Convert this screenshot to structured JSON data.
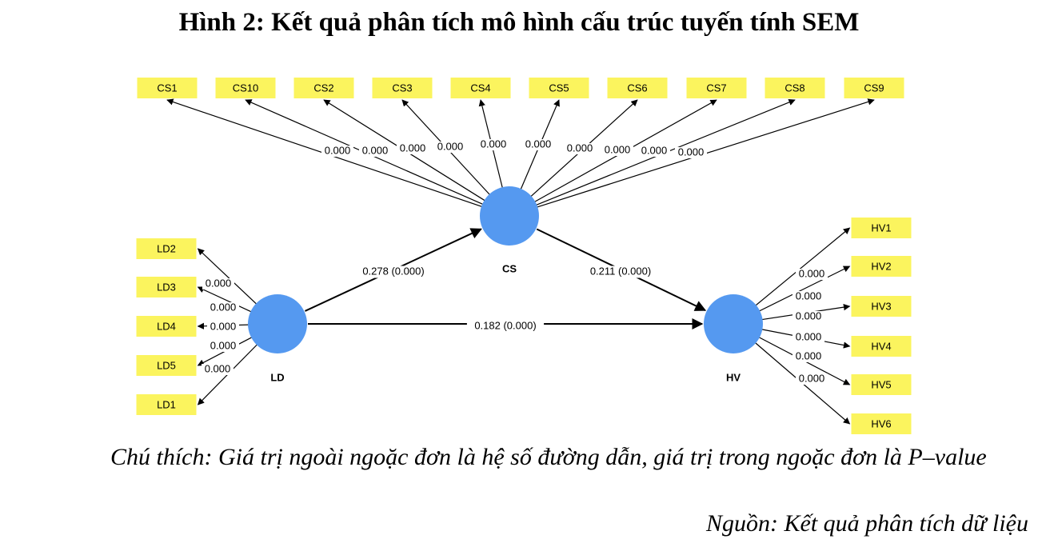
{
  "title": "Hình 2: Kết quả phân tích mô hình cấu trúc tuyến tính SEM",
  "note": "Chú thích: Giá trị ngoài ngoặc đơn là hệ số đường dẫn, giá trị trong ngoặc đơn là P–value",
  "source": "Nguồn: Kết quả phân tích dữ liệu",
  "colors": {
    "latent": "#5599f0",
    "indicator": "#fbf45e",
    "line": "#000000"
  },
  "latent": [
    {
      "id": "CS",
      "label": "CS"
    },
    {
      "id": "LD",
      "label": "LD"
    },
    {
      "id": "HV",
      "label": "HV"
    }
  ],
  "indicators": {
    "CS": [
      {
        "label": "CS1",
        "loading": "0.000"
      },
      {
        "label": "CS10",
        "loading": "0.000"
      },
      {
        "label": "CS2",
        "loading": "0.000"
      },
      {
        "label": "CS3",
        "loading": "0.000"
      },
      {
        "label": "CS4",
        "loading": "0.000"
      },
      {
        "label": "CS5",
        "loading": "0.000"
      },
      {
        "label": "CS6",
        "loading": "0.000"
      },
      {
        "label": "CS7",
        "loading": "0.000"
      },
      {
        "label": "CS8",
        "loading": "0.000"
      },
      {
        "label": "CS9",
        "loading": "0.000"
      }
    ],
    "LD": [
      {
        "label": "LD2",
        "loading": "0.000"
      },
      {
        "label": "LD3",
        "loading": "0.000"
      },
      {
        "label": "LD4",
        "loading": "0.000"
      },
      {
        "label": "LD5",
        "loading": "0.000"
      },
      {
        "label": "LD1",
        "loading": "0.000"
      }
    ],
    "HV": [
      {
        "label": "HV1",
        "loading": "0.000"
      },
      {
        "label": "HV2",
        "loading": "0.000"
      },
      {
        "label": "HV3",
        "loading": "0.000"
      },
      {
        "label": "HV4",
        "loading": "0.000"
      },
      {
        "label": "HV5",
        "loading": "0.000"
      },
      {
        "label": "HV6",
        "loading": "0.000"
      }
    ]
  },
  "paths": [
    {
      "from": "LD",
      "to": "CS",
      "label": "0.278 (0.000)"
    },
    {
      "from": "CS",
      "to": "HV",
      "label": "0.211 (0.000)"
    },
    {
      "from": "LD",
      "to": "HV",
      "label": "0.182 (0.000)"
    }
  ]
}
